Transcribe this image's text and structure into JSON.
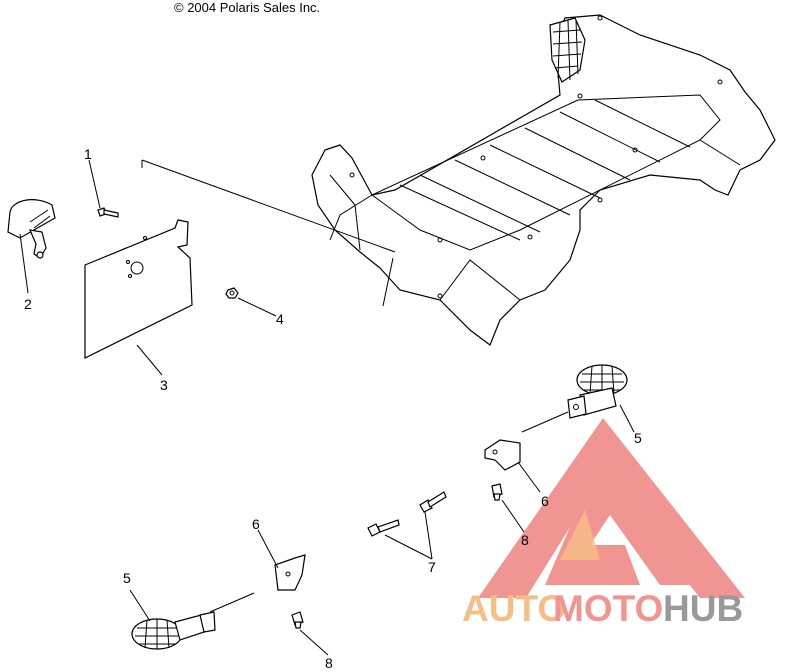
{
  "copyright": "© 2004 Polaris Sales Inc.",
  "callouts": [
    {
      "id": "1",
      "label": "1"
    },
    {
      "id": "2",
      "label": "2"
    },
    {
      "id": "3",
      "label": "3"
    },
    {
      "id": "4",
      "label": "4"
    },
    {
      "id": "5a",
      "label": "5"
    },
    {
      "id": "5b",
      "label": "5"
    },
    {
      "id": "6a",
      "label": "6"
    },
    {
      "id": "6b",
      "label": "6"
    },
    {
      "id": "7",
      "label": "7"
    },
    {
      "id": "8a",
      "label": "8"
    },
    {
      "id": "8b",
      "label": "8"
    }
  ],
  "watermark": {
    "auto": "AUTO",
    "moto": "MOTO",
    "hub": "HUB",
    "colors": {
      "orange": "#f5b87a",
      "red": "#f08a88",
      "gray": "#8f8f8f"
    }
  }
}
